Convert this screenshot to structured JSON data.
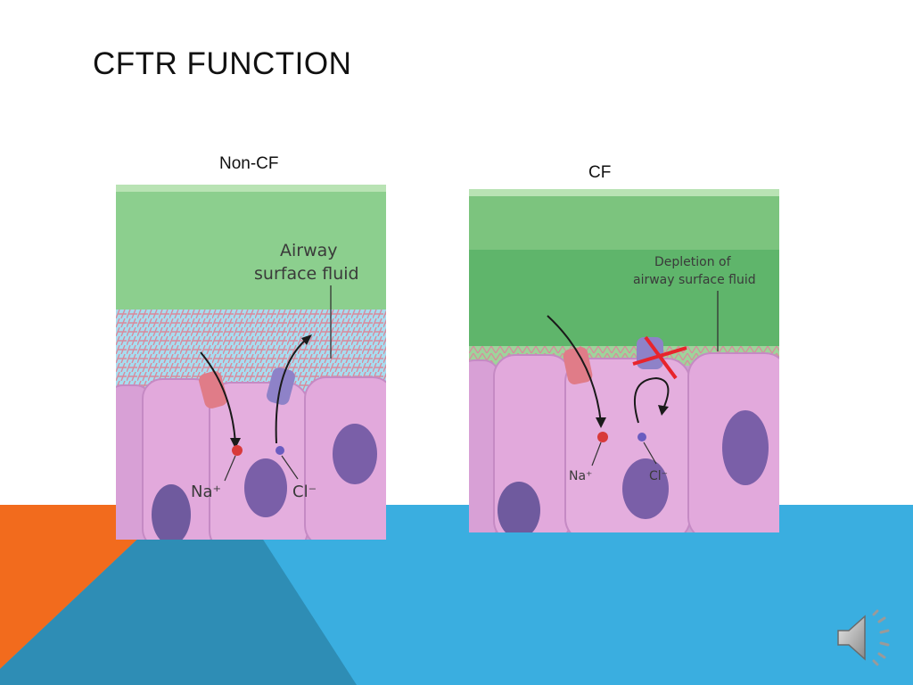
{
  "slide": {
    "title": "CFTR FUNCTION"
  },
  "panels": {
    "noncf": {
      "label": "Non-CF",
      "fluid_label_line1": "Airway",
      "fluid_label_line2": "surface fluid",
      "na_label": "Na⁺",
      "cl_label": "Cl⁻"
    },
    "cf": {
      "label": "CF",
      "fluid_label_line1": "Depletion of",
      "fluid_label_line2": "airway surface fluid",
      "na_label": "Na⁺",
      "cl_label": "Cl⁻"
    }
  },
  "colors": {
    "orange": "#f26b1d",
    "cyan": "#3aaee0",
    "teal": "#2e8db5",
    "fluid_green": "#8ccf8e",
    "cell_pink": "#e2a9dc",
    "nucleus": "#7a5fa8",
    "cl_channel": "#8e82c8",
    "na_channel": "#e07c88",
    "block_red": "#e8242c"
  },
  "icons": {
    "speaker": "speaker-icon"
  }
}
